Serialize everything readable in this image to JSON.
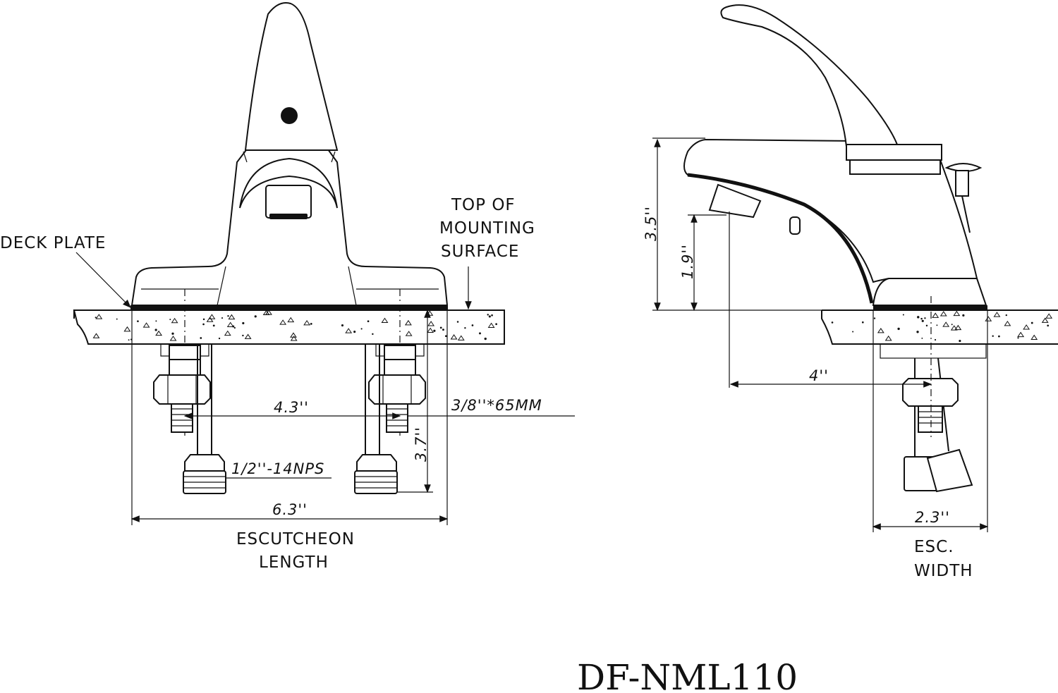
{
  "front_view": {
    "label_deck_plate": "DECK PLATE",
    "label_top_line1": "TOP OF",
    "label_top_line2": "MOUNTING",
    "label_top_line3": "SURFACE",
    "dim_shank_spacing": "4.3''",
    "dim_bolt": "3/8''*65MM",
    "dim_connector": "1/2''-14NPS",
    "dim_shank_height": "3.7''",
    "dim_escutcheon": "6.3''",
    "label_esc_length_line1": "ESCUTCHEON",
    "label_esc_length_line2": "LENGTH"
  },
  "side_view": {
    "dim_total_height": "3.5''",
    "dim_spout_height": "1.9''",
    "dim_reach": "4''",
    "dim_esc_width": "2.3''",
    "label_esc_width_line1": "ESC.",
    "label_esc_width_line2": "WIDTH"
  },
  "model_number": "DF-NML110"
}
